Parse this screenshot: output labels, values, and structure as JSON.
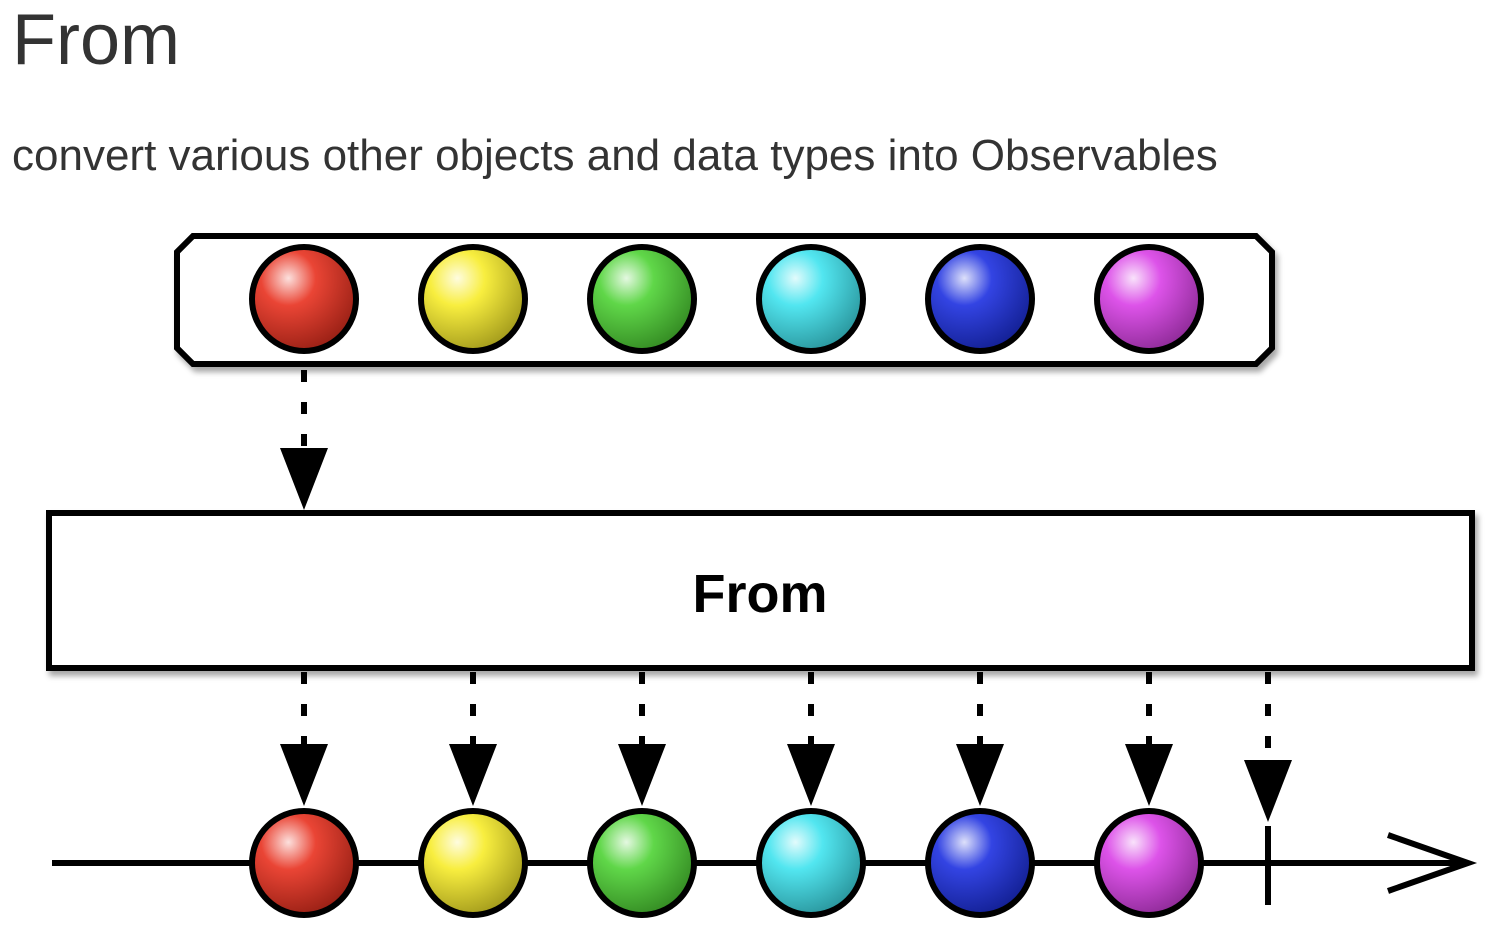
{
  "page": {
    "title": "From",
    "subtitle": "convert various other objects and data types into Observables"
  },
  "diagram": {
    "operator_label": "From",
    "items": [
      {
        "name": "red",
        "color": "#e8301f"
      },
      {
        "name": "yellow",
        "color": "#f7ec2a"
      },
      {
        "name": "green",
        "color": "#4ed335"
      },
      {
        "name": "cyan",
        "color": "#3fe3ee"
      },
      {
        "name": "blue",
        "color": "#1c2fe0"
      },
      {
        "name": "magenta",
        "color": "#d940e6"
      }
    ],
    "completes": true
  }
}
